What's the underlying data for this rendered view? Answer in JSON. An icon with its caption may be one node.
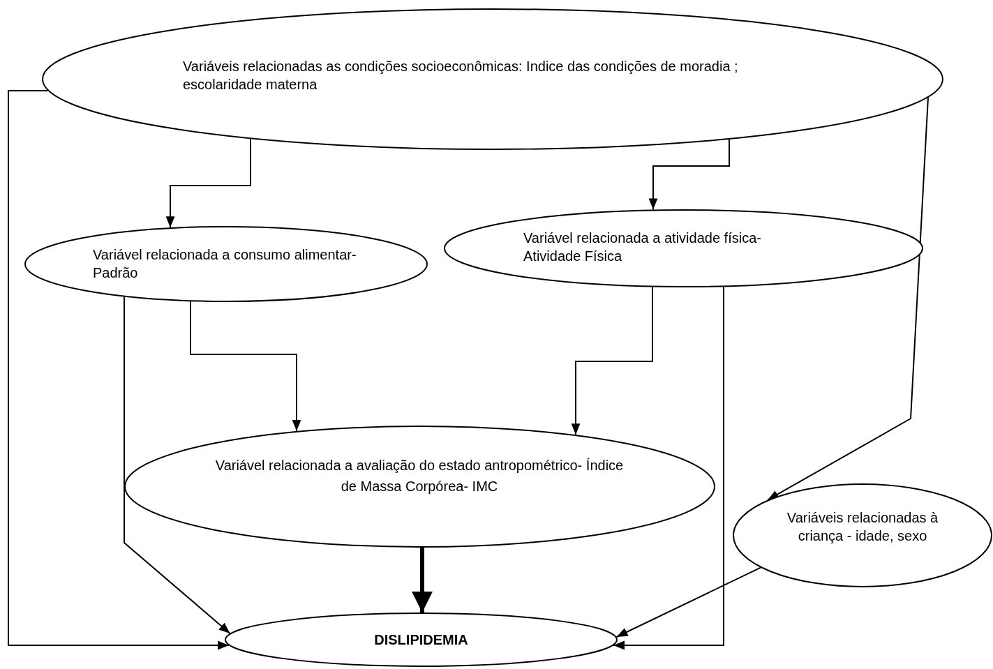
{
  "diagram": {
    "nodes": [
      {
        "text": [
          "Variáveis relacionadas as condições socioeconômicas: Indice das condições de  moradia ; escolaridade materna"
        ]
      },
      {
        "text": [
          "Variável relacionada a consumo alimentar- Padrão"
        ]
      },
      {
        "text": [
          "Variável relacionada a atividade física- Atividade Física"
        ]
      },
      {
        "text": [
          "Variável relacionada a avaliação do estado antropométrico- Índice de Massa Corpórea- IMC"
        ]
      },
      {
        "text": [
          "Variáveis relacionadas à criança - idade, sexo"
        ]
      },
      {
        "text": [
          "DISLIPIDEMIA"
        ]
      }
    ],
    "edges": [
      {
        "from": 0,
        "to": 1,
        "arrow": "to"
      },
      {
        "from": 0,
        "to": 2,
        "arrow": "to"
      },
      {
        "from": 0,
        "to": 5,
        "arrow": "to"
      },
      {
        "from": 0,
        "to": 4,
        "arrow": "to"
      },
      {
        "from": 1,
        "to": 3,
        "arrow": "to"
      },
      {
        "from": 1,
        "to": 5,
        "arrow": "to"
      },
      {
        "from": 2,
        "to": 3,
        "arrow": "to"
      },
      {
        "from": 2,
        "to": 5,
        "arrow": "to"
      },
      {
        "from": 3,
        "to": 5,
        "arrow": "to",
        "style": "thick"
      },
      {
        "from": 4,
        "to": 5,
        "arrow": "to"
      }
    ]
  }
}
